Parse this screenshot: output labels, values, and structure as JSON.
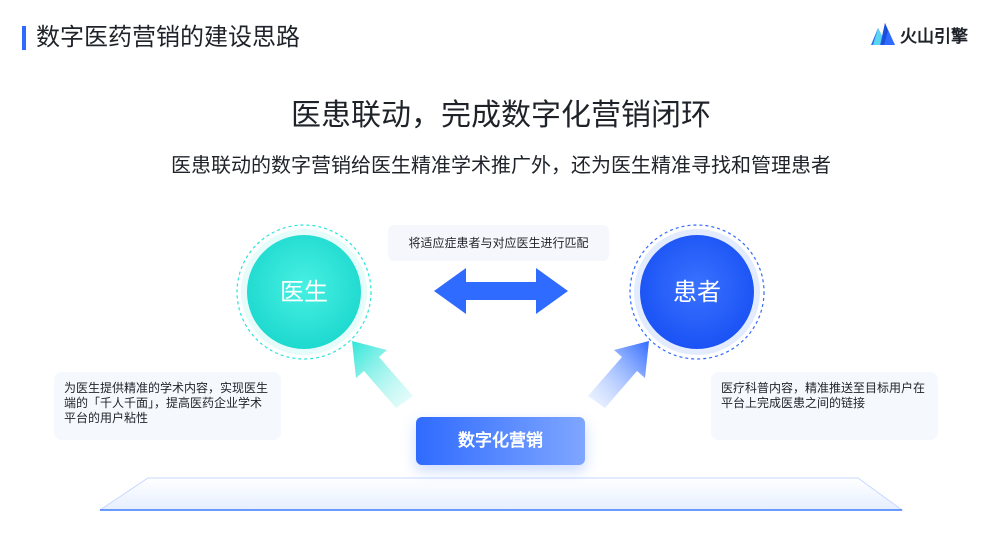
{
  "header": {
    "title": "数字医药营销的建设思路",
    "logo_text": "火山引擎",
    "logo_icon": "volcano-mountain-icon"
  },
  "headline": "医患联动，完成数字化营销闭环",
  "subheadline": "医患联动的数字营销给医生精准学术推广外，还为医生精准寻找和管理患者",
  "diagram": {
    "doctor_label": "医生",
    "patient_label": "患者",
    "match_text": "将适应症患者与对应医生进行匹配",
    "doctor_note": "为医生提供精准的学术内容，实现医生端的「千人千面」，提高医药企业学术平台的用户粘性",
    "patient_note": "医疗科普内容，精准推送至目标用户在平台上完成医患之间的链接",
    "center_label": "数字化营销"
  },
  "colors": {
    "accent_blue": "#2f6bff",
    "doctor_cyan": "#27e6d9",
    "patient_blue": "#1e5bff"
  }
}
